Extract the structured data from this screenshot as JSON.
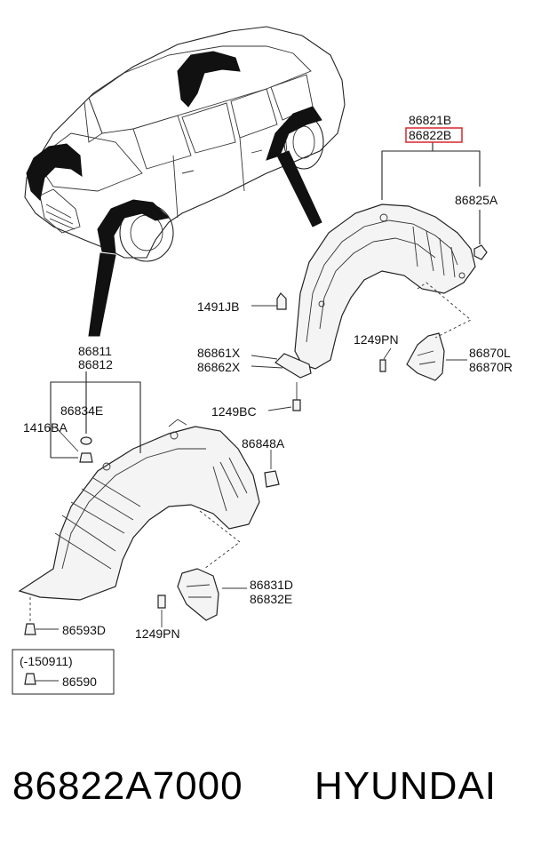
{
  "labels": {
    "p86821b": "86821B",
    "p86822b": "86822B",
    "p86825a": "86825A",
    "p1491jb": "1491JB",
    "p1249pn_rear": "1249PN",
    "p86870l": "86870L",
    "p86870r": "86870R",
    "p86861x": "86861X",
    "p86862x": "86862X",
    "p1249bc": "1249BC",
    "p86811": "86811",
    "p86812": "86812",
    "p86834e": "86834E",
    "p1416ba": "1416BA",
    "p86848a": "86848A",
    "p86831d": "86831D",
    "p86832e": "86832E",
    "p1249pn_front": "1249PN",
    "p86593d": "86593D",
    "note_date": "(-150911)",
    "p86590": "86590"
  },
  "footer": {
    "part_number": "86822A7000",
    "brand": "HYUNDAI"
  },
  "colors": {
    "highlight": "#d8262b",
    "line": "#222222",
    "background": "#ffffff"
  }
}
